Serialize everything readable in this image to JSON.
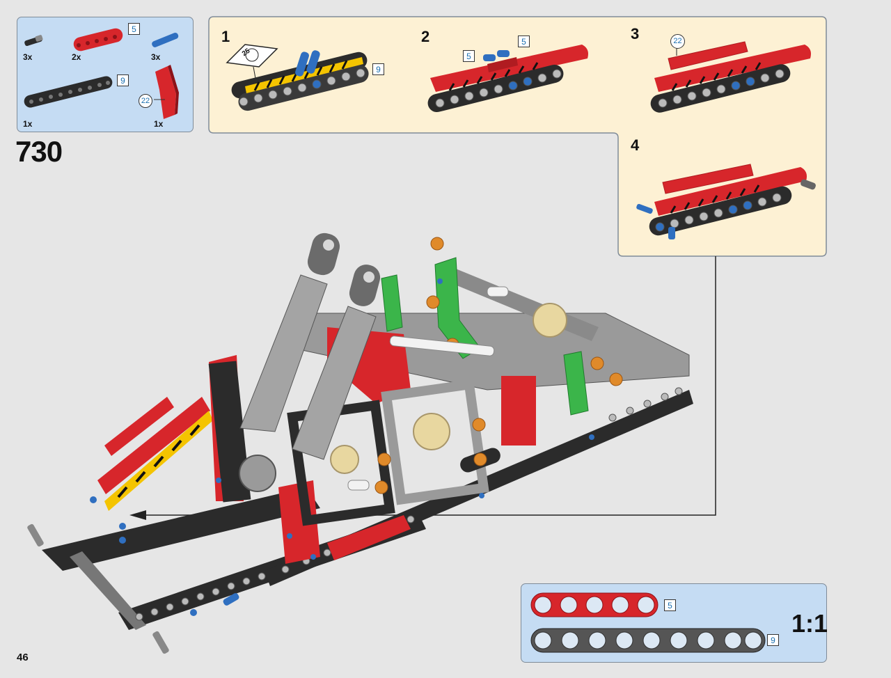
{
  "page": {
    "step_number": "730",
    "page_number": "46"
  },
  "parts_list": {
    "items": [
      {
        "quantity": "3x",
        "icon": "black-pin-icon",
        "length": ""
      },
      {
        "quantity": "2x",
        "icon": "red-beam-icon",
        "length": "5"
      },
      {
        "quantity": "3x",
        "icon": "blue-pin-icon",
        "length": ""
      },
      {
        "quantity": "1x",
        "icon": "black-beam-icon",
        "length": "9"
      },
      {
        "quantity": "1x",
        "icon": "red-panel-icon",
        "length": "22"
      }
    ]
  },
  "sub_assembly": {
    "background": "#fdf1d4",
    "steps": [
      {
        "number": "1",
        "sticker_label": "25",
        "length_label": "9"
      },
      {
        "number": "2",
        "length_label_a": "5",
        "length_label_b": "5"
      },
      {
        "number": "3",
        "length_label": "22"
      },
      {
        "number": "4"
      }
    ]
  },
  "scale_reference": {
    "label": "1:1",
    "beams": [
      {
        "length": "5",
        "color": "#d7262b"
      },
      {
        "length": "9",
        "color": "#555555"
      }
    ]
  },
  "colors": {
    "red": "#d7262b",
    "black": "#2b2b2b",
    "grey": "#9a9a9a",
    "blue": "#2f6fc0",
    "green": "#3bb54a",
    "orange": "#e08a2a",
    "tan": "#e8d7a0"
  }
}
